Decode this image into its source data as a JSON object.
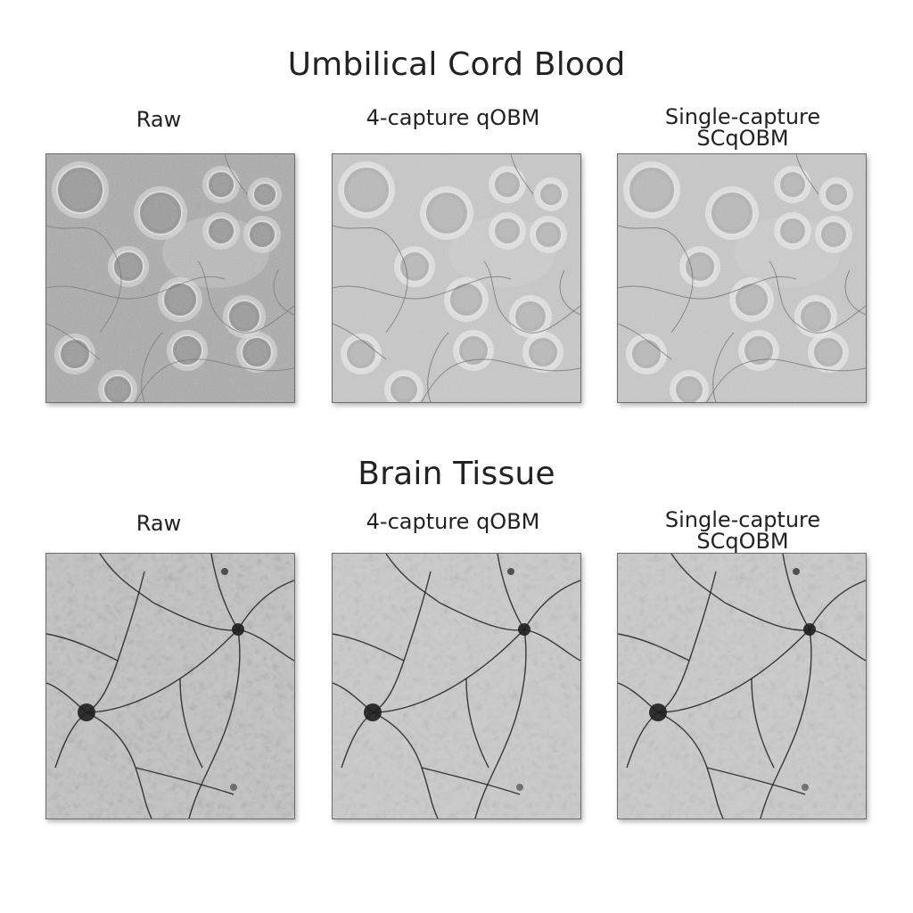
{
  "sections": [
    {
      "title": "Umbilical Cord Blood",
      "panels": [
        {
          "label": [
            "Raw"
          ],
          "variant": "raw"
        },
        {
          "label": [
            "4-capture qOBM"
          ],
          "variant": "qobm"
        },
        {
          "label": [
            "Single-capture",
            "SCqOBM"
          ],
          "variant": "scqobm"
        }
      ]
    },
    {
      "title": "Brain Tissue",
      "panels": [
        {
          "label": [
            "Raw"
          ],
          "variant": "raw"
        },
        {
          "label": [
            "4-capture qOBM"
          ],
          "variant": "qobm"
        },
        {
          "label": [
            "Single-capture",
            "SCqOBM"
          ],
          "variant": "scqobm"
        }
      ]
    }
  ],
  "colors": {
    "background": "#ffffff",
    "text": "#222222",
    "panel_border": "#6c6c6c",
    "raw_tone": "#a9a9a9",
    "processed_tone": "#c9c9c9",
    "neuron_ink": "#1e1e1e"
  }
}
